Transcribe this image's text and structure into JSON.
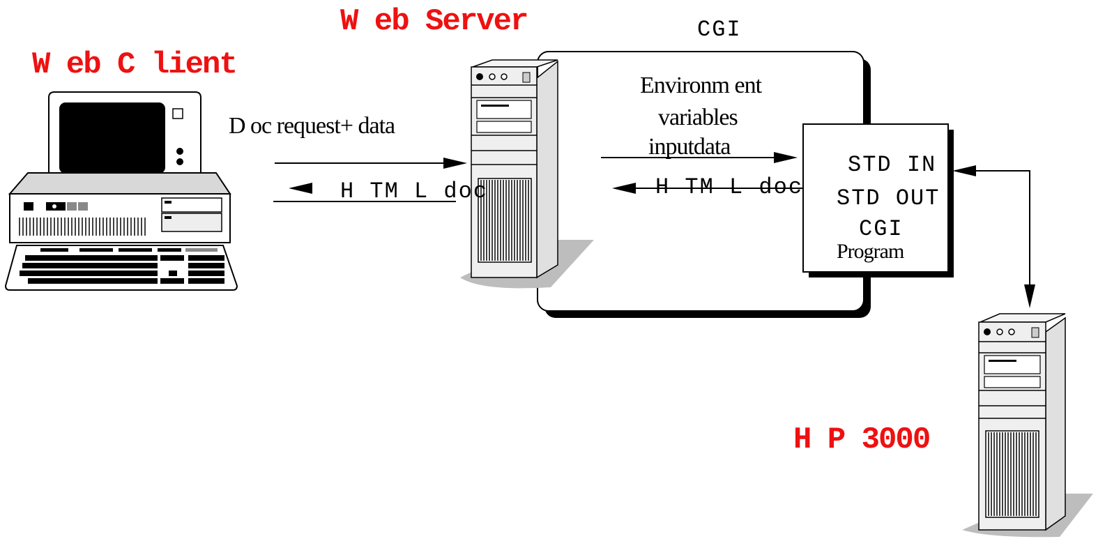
{
  "colors": {
    "title": "#ee1111",
    "ink": "#000000",
    "shadow": "#000000",
    "device_fill": "#efefef",
    "device_shade": "#bdbdbd"
  },
  "titles": {
    "web_client": "W eb C lient",
    "web_server": "W eb Server",
    "hp3000": "H P 3000"
  },
  "cgi_label": "CGI",
  "client_link": {
    "request_label": "D oc request+ data",
    "response_label": "H TM L doc"
  },
  "cgi_link": {
    "env_line1": "Environm ent",
    "env_line2": "variables",
    "env_line3": "inputdata",
    "response_label": "H TM L doc"
  },
  "program_box": {
    "line1": "STD IN",
    "line2": "STD OUT",
    "line3": "CGI",
    "line4": "Program"
  },
  "icons": [
    "desktop-computer-icon",
    "tower-server-icon",
    "tower-server-icon"
  ]
}
